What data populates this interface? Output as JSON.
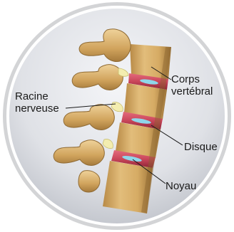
{
  "diagram": {
    "labels": {
      "corps_line1": "Corps",
      "corps_line2": "vertébral",
      "racine_line1": "Racine",
      "racine_line2": "nerveuse",
      "disque": "Disque",
      "noyau": "Noyau"
    },
    "colors": {
      "frame_ring": "#cfd0d2",
      "background_top": "#eef0f4",
      "background_bottom": "#c9ccd3",
      "bone_light": "#e4bf7d",
      "bone_mid": "#c99c55",
      "bone_dark": "#8f6a33",
      "disc": "#c9465a",
      "disc_dark": "#8e2436",
      "nucleus": "#8fd6ea",
      "nerve": "#f3edb0",
      "leader_line": "#1a1a1a"
    }
  }
}
